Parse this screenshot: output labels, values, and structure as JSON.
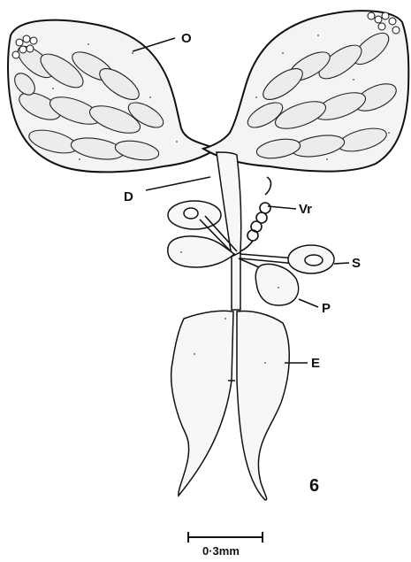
{
  "labels": {
    "ovary": "O",
    "duct": "D",
    "vesicle": "Vr",
    "spermatheca": "S",
    "gland": "P",
    "ejaculatory": "E"
  },
  "figure_number": "6",
  "scale_bar_label": "0·3mm"
}
